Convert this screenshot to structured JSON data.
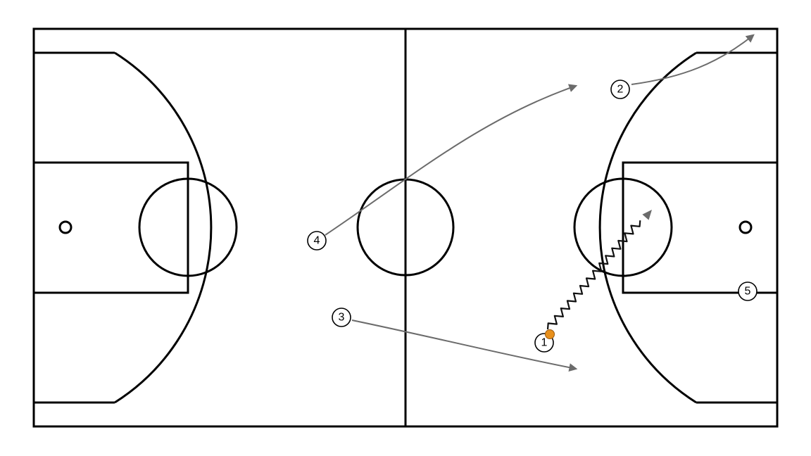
{
  "diagram": {
    "players": [
      {
        "id": "p1",
        "label": "1"
      },
      {
        "id": "p2",
        "label": "2"
      },
      {
        "id": "p3",
        "label": "3"
      },
      {
        "id": "p4",
        "label": "4"
      },
      {
        "id": "p5",
        "label": "5"
      }
    ],
    "ball_holder": "1",
    "colors": {
      "court_lines": "#000000",
      "cut_arrows": "#6b6b6b",
      "dribble_line": "#111111",
      "ball": "#e8901c",
      "background": "#ffffff"
    }
  }
}
